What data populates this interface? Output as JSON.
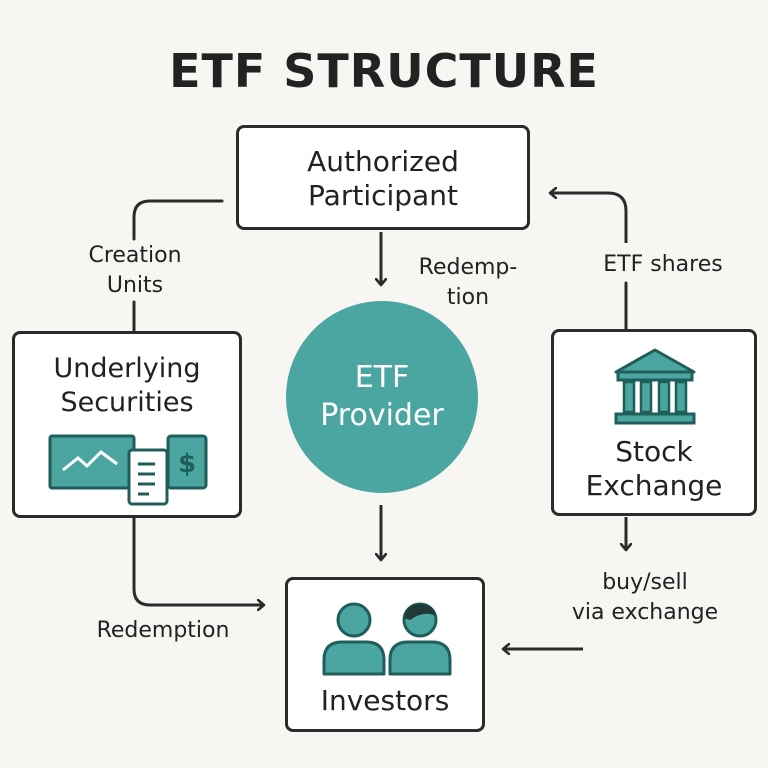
{
  "title": "ETF STRUCTURE",
  "nodes": {
    "authorized_participant": "Authorized\nParticipant",
    "underlying_securities": "Underlying\nSecurities",
    "etf_provider": "ETF\nProvider",
    "stock_exchange": "Stock\nExchange",
    "investors": "Investors"
  },
  "edge_labels": {
    "creation_units": "Creation\nUnits",
    "redemption_top": "Redemp-\ntion",
    "etf_shares": "ETF shares",
    "redemption_bottom": "Redemption",
    "buy_sell": "buy/sell\nvia exchange"
  },
  "colors": {
    "teal": "#4ba6a1",
    "dark_teal": "#1f5e5a",
    "outline": "#2b2b2b"
  },
  "icons": {
    "securities": [
      "chart-icon",
      "document-icon",
      "dollar-icon"
    ],
    "exchange": "bank-building-icon",
    "investors": "people-icon"
  }
}
